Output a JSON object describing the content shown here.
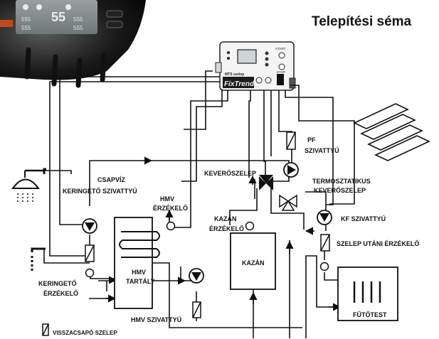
{
  "title": "Telepítési séma",
  "controller_panel": {
    "display_value": "55",
    "small_readouts": [
      "555",
      "555",
      "555",
      "555"
    ]
  },
  "controller": {
    "model_label": "MTS szelep",
    "brand": "FixTrend",
    "start_label": "START",
    "stop_label": "STOP"
  },
  "labels": {
    "csapviz": "CSAPVÍZ",
    "keringeto_szivattyu": "KERINGETŐ SZIVATTYÚ",
    "hmv_erzekelo_1": "HMV",
    "hmv_erzekelo_2": "ÉRZÉKELŐ",
    "keveroszelep": "KEVERŐSZELEP",
    "pf_1": "PF",
    "pf_2": "SZIVATTYÚ",
    "termo_1": "TERMOSZTATIKUS",
    "termo_2": "KEVERŐSZELEP",
    "kazan_erz_1": "KAZÁN",
    "kazan_erz_2": "ÉRZÉKELŐ",
    "kf_szivattyu": "KF SZIVATTYÚ",
    "szelep_utani": "SZELEP UTÁNI ÉRZÉKELŐ",
    "kazan": "KAZÁN",
    "keringeto_erz_1": "KERINGETŐ",
    "keringeto_erz_2": "ÉRZÉKELŐ",
    "hmv_tartaly_1": "HMV",
    "hmv_tartaly_2": "TARTÁLY",
    "hmv_szivattyu": "HMV SZIVATTYÚ",
    "futotest": "FŰTŐTEST",
    "visszacsapo": "VISSZACSAPÓ SZELEP"
  }
}
